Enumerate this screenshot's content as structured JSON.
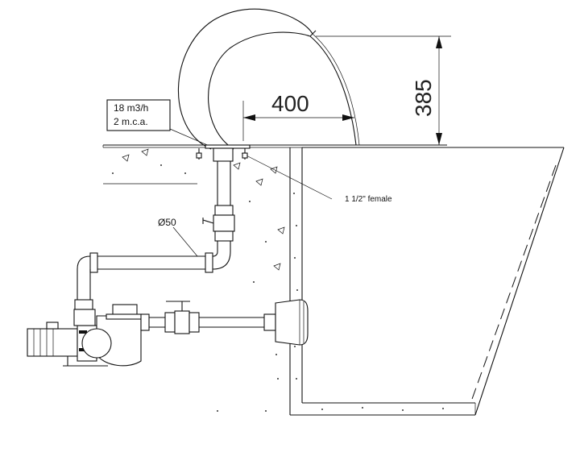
{
  "labels": {
    "flow_rate": "18 m3/h",
    "head": "2 m.c.a.",
    "connection": "1 1/2\" female",
    "pipe_diameter": "Ø50"
  },
  "dimensions": {
    "horizontal_reach": "400",
    "height": "385"
  }
}
